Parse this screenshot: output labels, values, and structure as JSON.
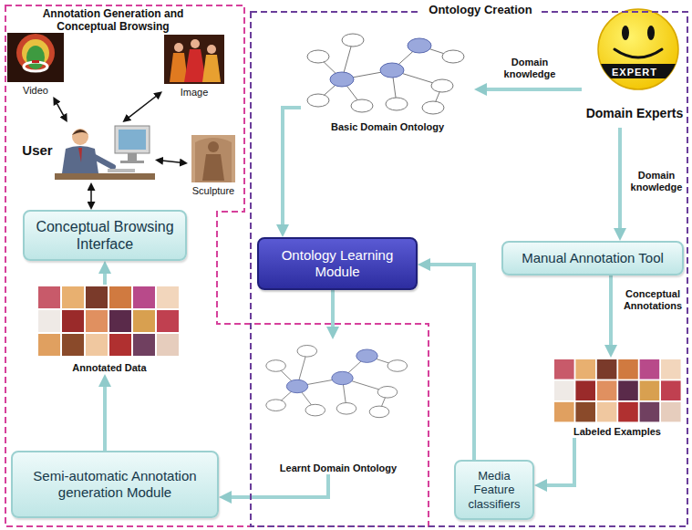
{
  "diagram": {
    "nodes": [
      {
        "text": [
          "Annotation Generation and Conceptual Browsing"
        ]
      },
      {
        "text": [
          "Ontology Creation"
        ]
      },
      {
        "text": [
          "User"
        ],
        "in": 0
      },
      {
        "text": [
          "Video"
        ],
        "in": 0
      },
      {
        "text": [
          "Image"
        ],
        "in": 0
      },
      {
        "text": [
          "Sculpture"
        ],
        "in": 0
      },
      {
        "text": [
          "Conceptual Browsing Interface"
        ],
        "in": 0
      },
      {
        "text": [
          "Annotated Data"
        ],
        "in": 0
      },
      {
        "text": [
          "Semi-automatic Annotation generation Module"
        ],
        "in": 0
      },
      {
        "text": [
          "Basic Domain Ontology"
        ],
        "in": 1
      },
      {
        "text": [
          "EXPERT",
          "Domain Experts"
        ],
        "in": 1
      },
      {
        "text": [
          "Ontology Learning Module"
        ],
        "in": 1
      },
      {
        "text": [
          "Manual Annotation Tool"
        ],
        "in": 1
      },
      {
        "text": [
          "Learnt Domain Ontology"
        ],
        "in": 0
      },
      {
        "text": [
          "Labeled Examples"
        ],
        "in": 1
      },
      {
        "text": [
          "Media Feature classifiers"
        ],
        "in": 1
      }
    ],
    "edges": [
      {
        "from": 3,
        "to": 2,
        "arrow": "both"
      },
      {
        "from": 4,
        "to": 2,
        "arrow": "both"
      },
      {
        "from": 5,
        "to": 2,
        "arrow": "both"
      },
      {
        "from": 2,
        "to": 6,
        "arrow": "both"
      },
      {
        "from": 7,
        "to": 6,
        "arrow": "to"
      },
      {
        "from": 8,
        "to": 7,
        "arrow": "to"
      },
      {
        "from": 10,
        "to": 9,
        "label": "Domain knowledge",
        "arrow": "to"
      },
      {
        "from": 9,
        "to": 11,
        "arrow": "to"
      },
      {
        "from": 10,
        "to": 12,
        "label": "Domain knowledge",
        "arrow": "to"
      },
      {
        "from": 11,
        "to": 13,
        "arrow": "to"
      },
      {
        "from": 12,
        "to": 14,
        "label": "Conceptual Annotations",
        "arrow": "to"
      },
      {
        "from": 14,
        "to": 15,
        "arrow": "to"
      },
      {
        "from": 15,
        "to": 11,
        "arrow": "to"
      },
      {
        "from": 13,
        "to": 8,
        "arrow": "to"
      }
    ]
  }
}
